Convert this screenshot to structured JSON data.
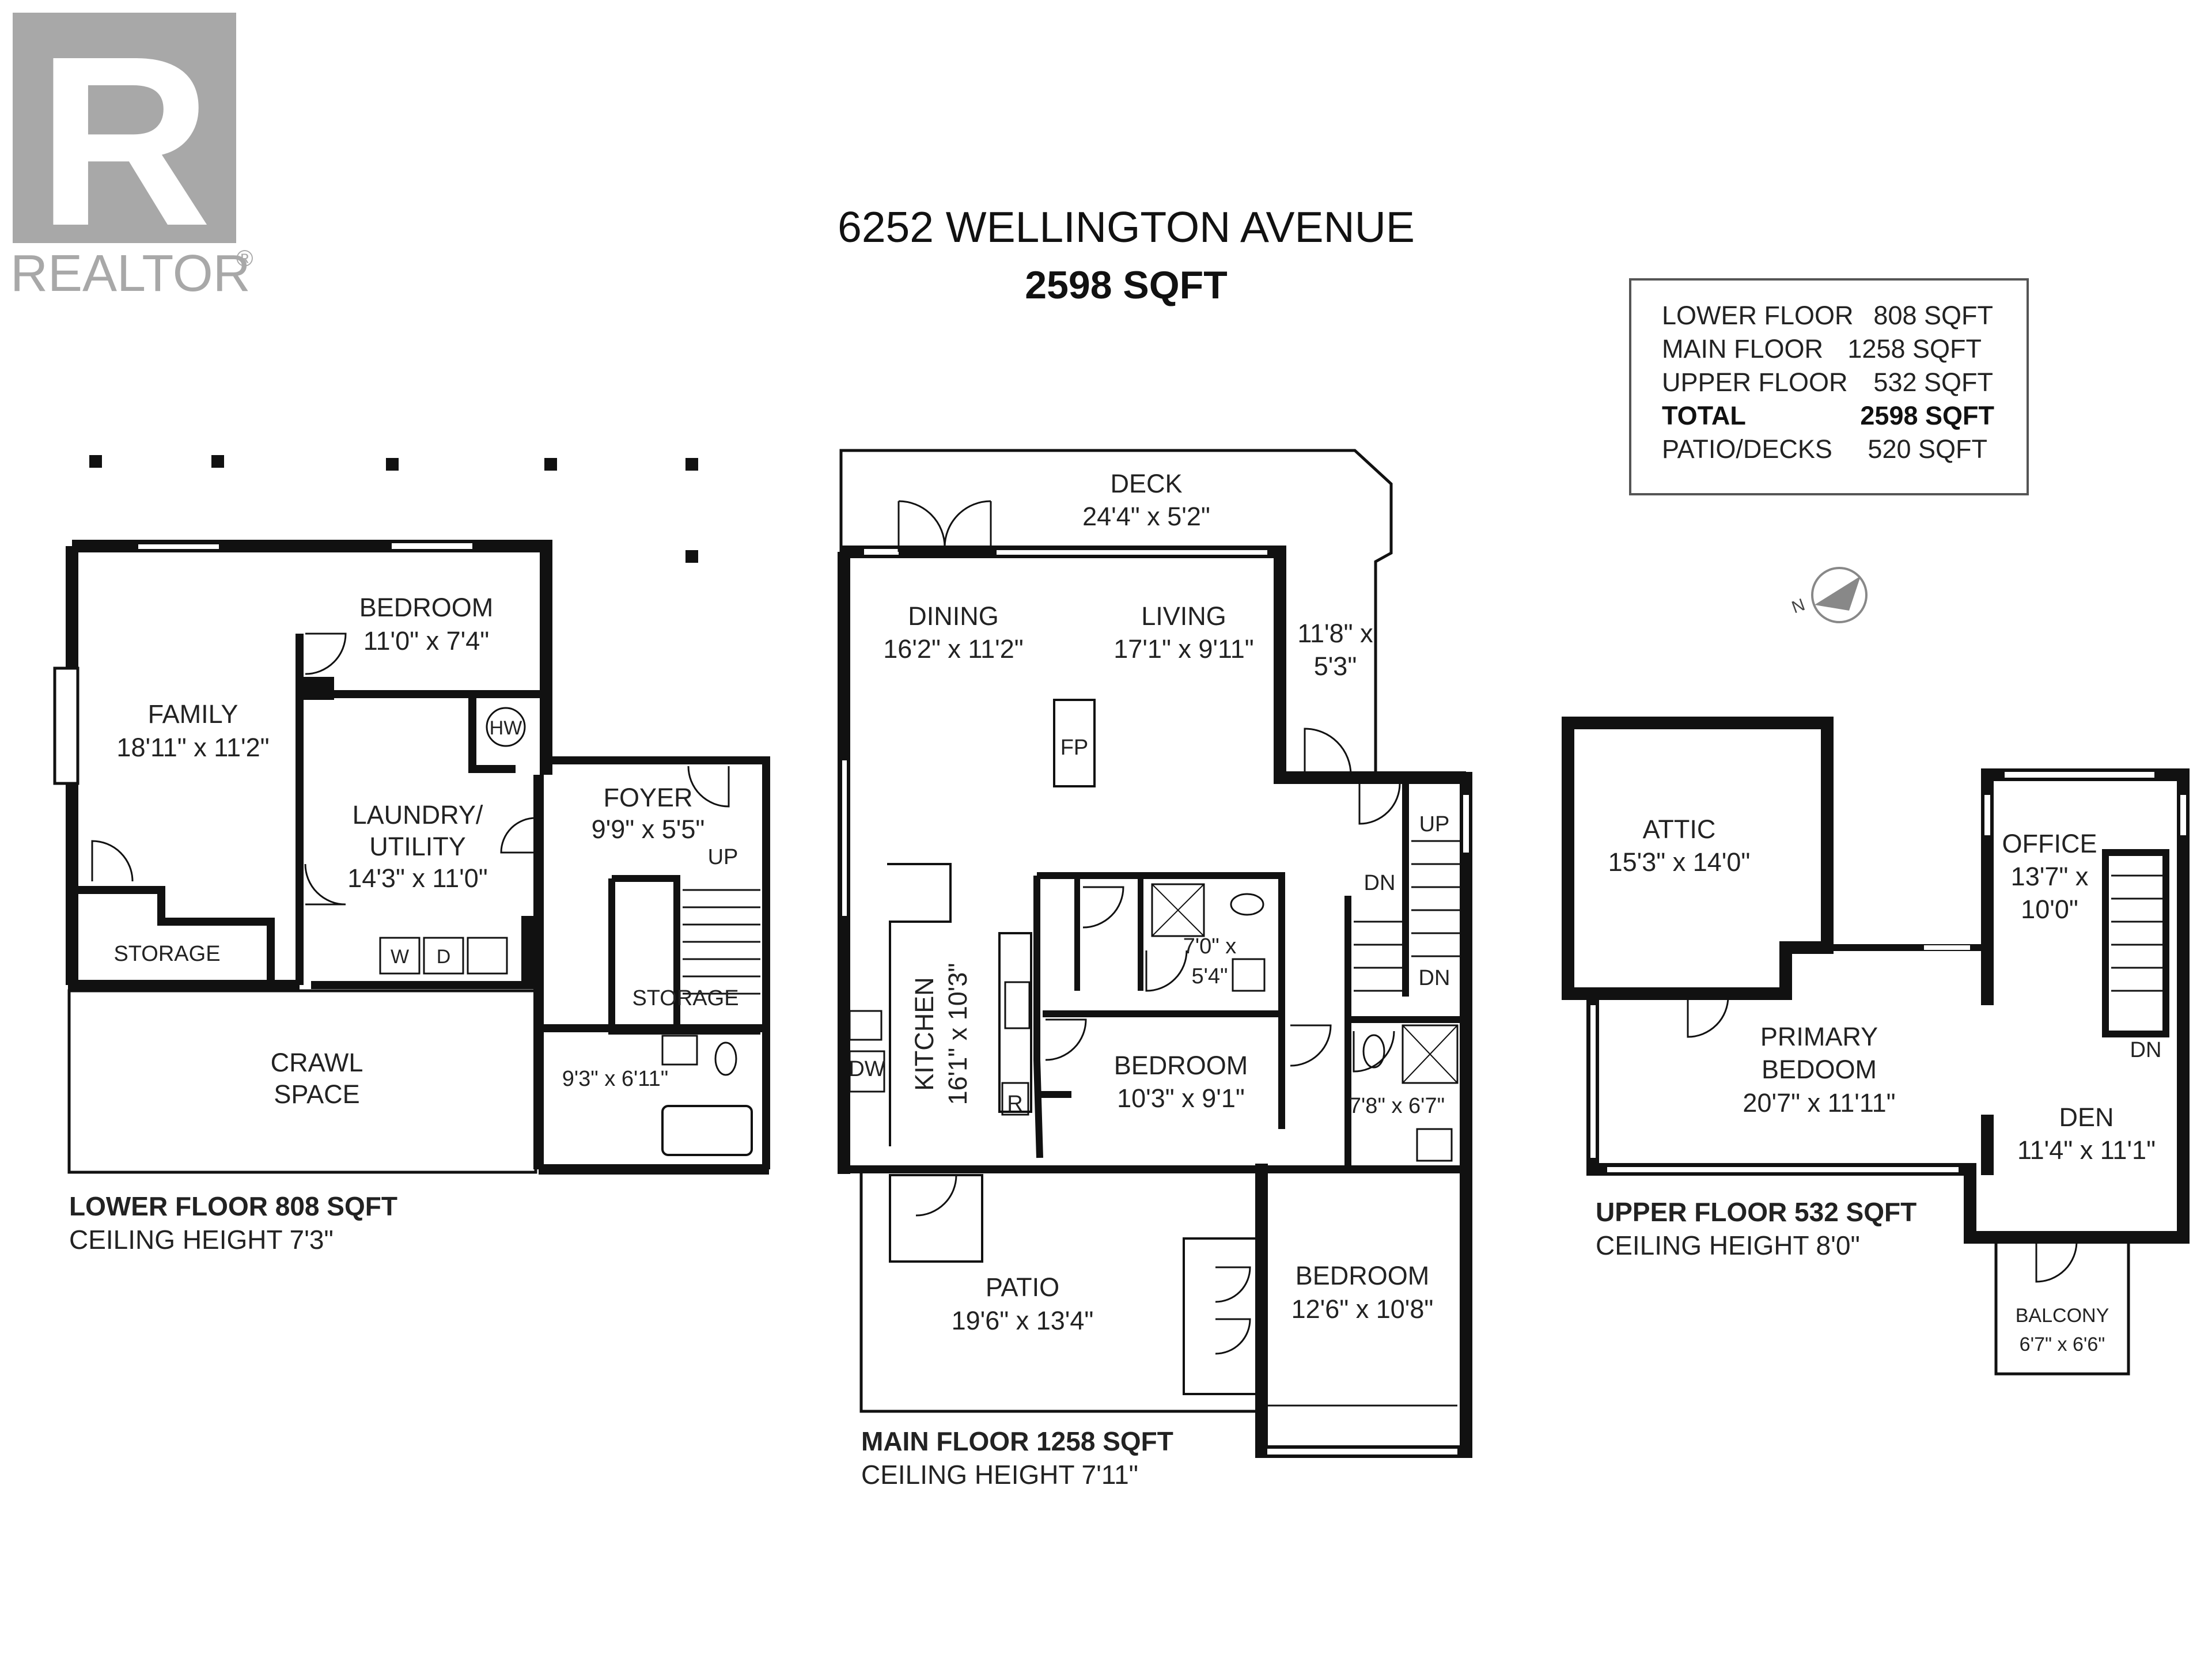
{
  "logo": {
    "mark": "R",
    "text": "REALTOR",
    "reg": "®"
  },
  "header": {
    "address": "6252 WELLINGTON AVENUE",
    "total_sqft": "2598 SQFT"
  },
  "summary": {
    "rows": [
      {
        "label": "LOWER FLOOR",
        "value": "808 SQFT",
        "bold": false
      },
      {
        "label": "MAIN FLOOR",
        "value": "1258 SQFT",
        "bold": false
      },
      {
        "label": "UPPER FLOOR",
        "value": "532 SQFT",
        "bold": false
      },
      {
        "label": "TOTAL",
        "value": "2598 SQFT",
        "bold": true
      },
      {
        "label": "PATIO/DECKS",
        "value": "520 SQFT",
        "bold": false
      }
    ]
  },
  "compass": {
    "icon": "north-arrow-icon",
    "letter": "N"
  },
  "lower": {
    "caption": "LOWER FLOOR 808 SQFT",
    "ceiling": "CEILING HEIGHT 7'3\"",
    "bedroom": {
      "name": "BEDROOM",
      "dim": "11'0\" x 7'4\""
    },
    "family": {
      "name": "FAMILY",
      "dim": "18'11\" x 11'2\""
    },
    "laundry": {
      "name1": "LAUNDRY/",
      "name2": "UTILITY",
      "dim": "14'3\" x 11'0\""
    },
    "hw": "HW",
    "washer": "W",
    "dryer": "D",
    "foyer": {
      "name": "FOYER",
      "dim": "9'9\" x 5'5\""
    },
    "up": "UP",
    "storage_left": "STORAGE",
    "storage_right": "STORAGE",
    "crawl": {
      "line1": "CRAWL",
      "line2": "SPACE"
    },
    "bath": {
      "dim": "9'3\" x 6'11\""
    }
  },
  "main": {
    "caption": "MAIN FLOOR 1258 SQFT",
    "ceiling": "CEILING HEIGHT 7'11\"",
    "deck": {
      "name": "DECK",
      "dim": "24'4\" x 5'2\""
    },
    "dining": {
      "name": "DINING",
      "dim": "16'2\" x 11'2\""
    },
    "living": {
      "name": "LIVING",
      "dim": "17'1\" x 9'11\""
    },
    "side_deck": {
      "line1": "11'8\" x",
      "line2": "5'3\""
    },
    "fp": "FP",
    "kitchen": {
      "name": "KITCHEN",
      "dim": "16'1\" x 10'3\""
    },
    "dw": "DW",
    "fridge": "R",
    "ensuite": {
      "line1": "7'0\" x",
      "line2": "5'4\""
    },
    "bedroom1": {
      "name": "BEDROOM",
      "dim": "10'3\" x 9'1\""
    },
    "bath": {
      "dim": "7'8\" x 6'7\""
    },
    "up": "UP",
    "dn1": "DN",
    "dn2": "DN",
    "patio": {
      "name": "PATIO",
      "dim": "19'6\" x 13'4\""
    },
    "bedroom2": {
      "name": "BEDROOM",
      "dim": "12'6\" x 10'8\""
    }
  },
  "upper": {
    "caption": "UPPER FLOOR 532 SQFT",
    "ceiling": "CEILING HEIGHT 8'0\"",
    "attic": {
      "name": "ATTIC",
      "dim": "15'3\" x 14'0\""
    },
    "office": {
      "name": "OFFICE",
      "line1": "13'7\" x",
      "line2": "10'0\""
    },
    "primary": {
      "name1": "PRIMARY",
      "name2": "BEDOOM",
      "dim": "20'7\" x 11'11\""
    },
    "den": {
      "name": "DEN",
      "dim": "11'4\" x 11'1\""
    },
    "dn": "DN",
    "balcony": {
      "name": "BALCONY",
      "dim": "6'7\" x 6'6\""
    }
  }
}
